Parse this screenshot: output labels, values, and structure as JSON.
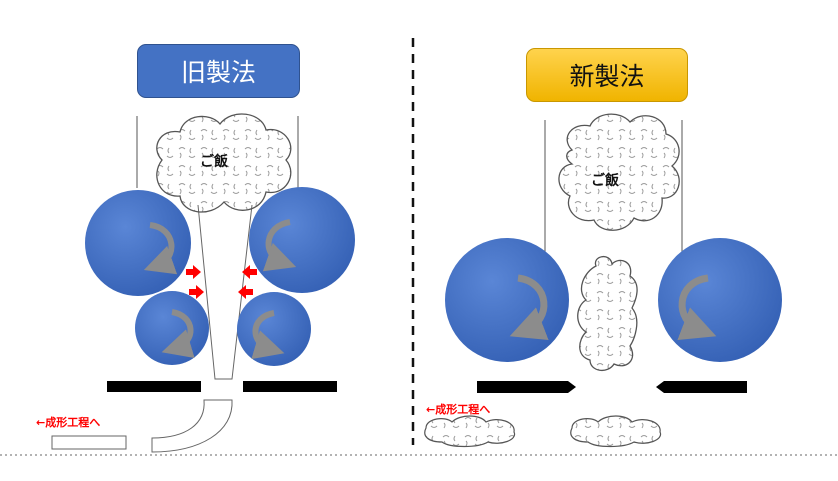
{
  "old_method": {
    "title": "旧製法",
    "rice_label": "ご飯",
    "next_step_label": "←成形工程へ"
  },
  "new_method": {
    "title": "新製法",
    "rice_label": "ご飯",
    "next_step_label": "←成形工程へ"
  },
  "colors": {
    "roller_blue": "#4472c4",
    "old_title_bg": "#4472c4",
    "new_title_bg": "#ffc000",
    "pressure_arrow": "#ff0000",
    "rotation_arrow": "#8c8c8c"
  }
}
